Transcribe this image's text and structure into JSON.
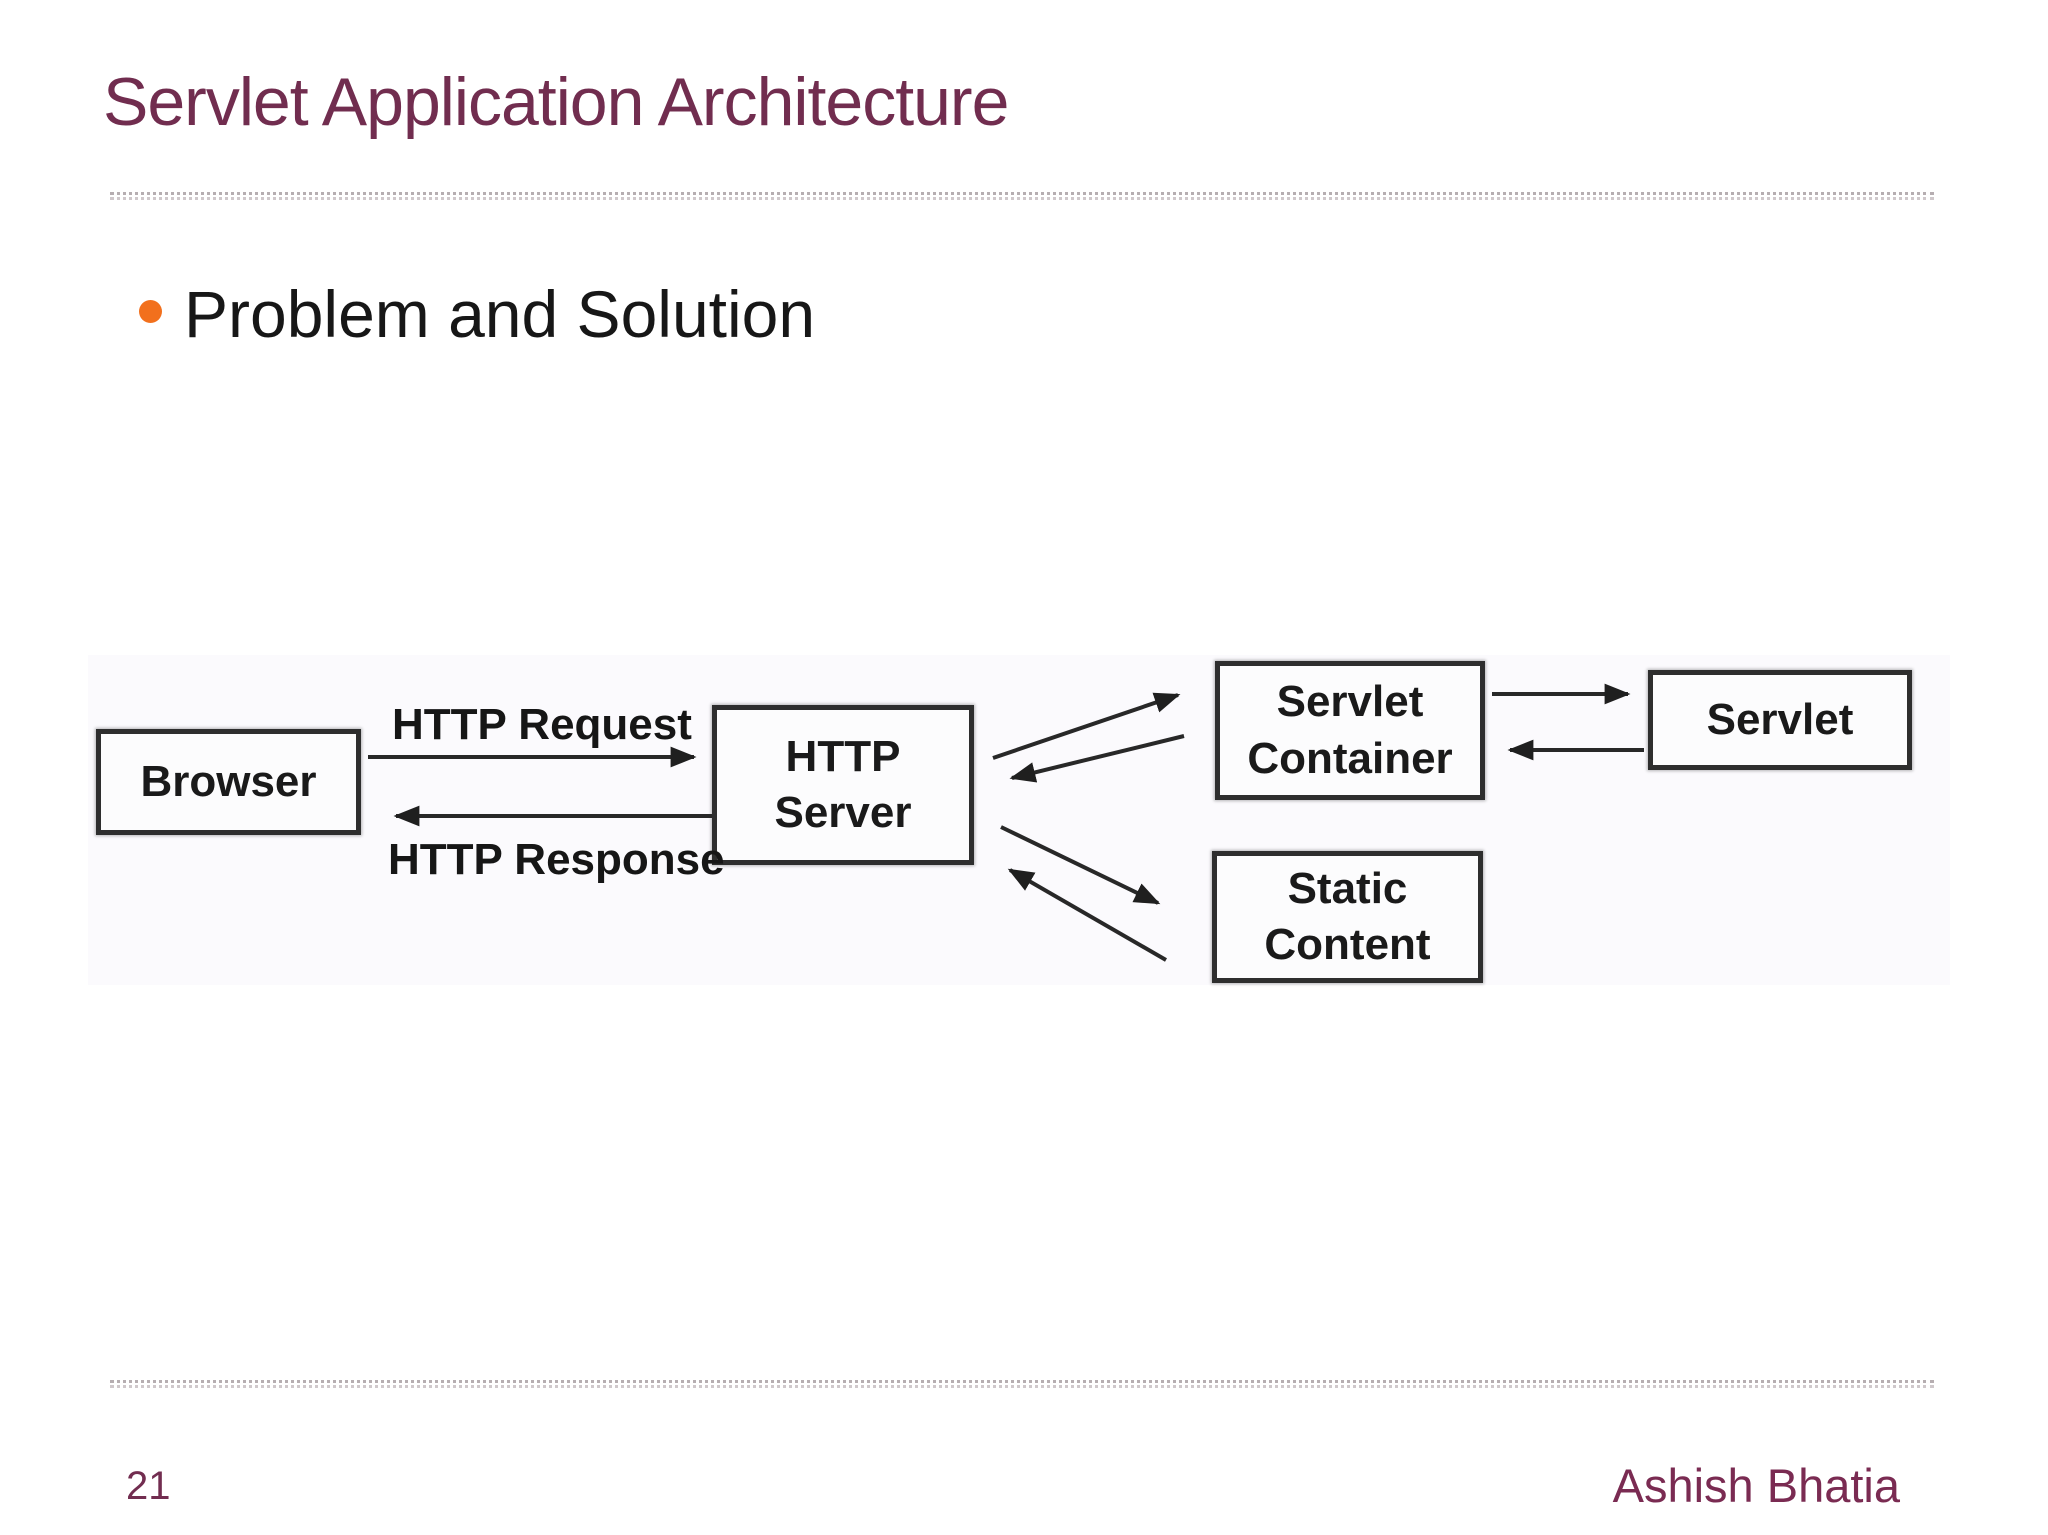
{
  "slide": {
    "title": "Servlet Application Architecture",
    "bullet_text": "Problem and Solution",
    "page_number": "21",
    "author": "Ashish Bhatia"
  },
  "colors": {
    "title_text": "#712d4f",
    "bullet_dot": "#f2701d",
    "footer_text": "#7a2b52",
    "diagram_text": "#1a1a1a",
    "diagram_box_border": "#2e2e2e",
    "separator_dots": "#b6aeb1"
  },
  "diagram": {
    "nodes": [
      {
        "id": "browser",
        "lines": [
          "Browser"
        ]
      },
      {
        "id": "http-server",
        "lines": [
          "HTTP",
          "Server"
        ]
      },
      {
        "id": "servlet-container",
        "lines": [
          "Servlet",
          "Container"
        ]
      },
      {
        "id": "servlet",
        "lines": [
          "Servlet"
        ]
      },
      {
        "id": "static-content",
        "lines": [
          "Static",
          "Content"
        ]
      }
    ],
    "edge_labels": {
      "request": "HTTP Request",
      "response": "HTTP Response"
    },
    "edges": [
      {
        "from": "browser",
        "to": "http-server",
        "label": "HTTP Request"
      },
      {
        "from": "http-server",
        "to": "browser",
        "label": "HTTP Response"
      },
      {
        "from": "http-server",
        "to": "servlet-container",
        "label": ""
      },
      {
        "from": "servlet-container",
        "to": "http-server",
        "label": ""
      },
      {
        "from": "servlet-container",
        "to": "servlet",
        "label": ""
      },
      {
        "from": "servlet",
        "to": "servlet-container",
        "label": ""
      },
      {
        "from": "http-server",
        "to": "static-content",
        "label": ""
      },
      {
        "from": "static-content",
        "to": "http-server",
        "label": ""
      }
    ]
  }
}
